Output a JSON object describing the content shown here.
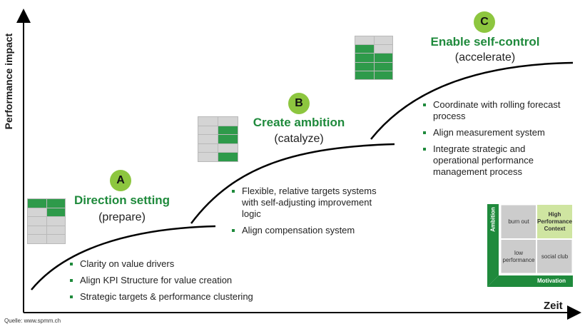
{
  "axes": {
    "y_label": "Performance impact",
    "x_label": "Zeit"
  },
  "source": "Quelle: www.spmm.ch",
  "stages": [
    {
      "badge": "A",
      "title": "Direction setting",
      "subtitle": "(prepare)",
      "bullets": [
        "Clarity on value drivers",
        "Align KPI Structure for value creation",
        "Strategic targets & performance clustering"
      ]
    },
    {
      "badge": "B",
      "title": "Create ambition",
      "subtitle": "(catalyze)",
      "bullets": [
        "Flexible, relative targets systems with self-adjusting improvement logic",
        "Align compensation system"
      ]
    },
    {
      "badge": "C",
      "title": "Enable self-control",
      "subtitle": "(accelerate)",
      "bullets": [
        "Coordinate with rolling forecast process",
        "Align measurement system",
        "Integrate strategic and operational performance management process"
      ]
    }
  ],
  "matrix": {
    "y_label": "Ambition",
    "x_label": "Motivation",
    "cells": {
      "top_left": "burn out",
      "top_right": "High Performance Context",
      "bottom_left": "low performance",
      "bottom_right": "social club"
    }
  },
  "colors": {
    "accent": "#1f8a3c",
    "badge": "#8dc63f",
    "highlight": "#cfe5a1"
  }
}
